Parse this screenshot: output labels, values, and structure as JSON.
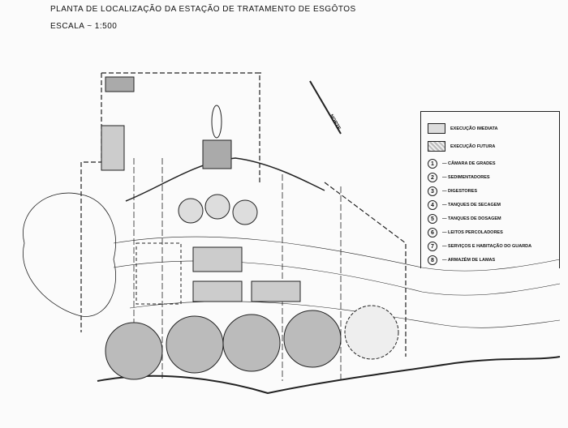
{
  "title": "PLANTA DE LOCALIZAÇÃO DA ESTAÇÃO DE TRATAMENTO DE ESGÔTOS",
  "scale": "ESCALA ~ 1:500",
  "north": "NORTE",
  "legend": {
    "swatches": [
      {
        "label": "EXECUÇÃO IMEDIATA"
      },
      {
        "label": "EXECUÇÃO FUTURA"
      }
    ],
    "items": [
      {
        "num": "1",
        "label": "— CÂMARA DE GRADES"
      },
      {
        "num": "2",
        "label": "— SEDIMENTADORES"
      },
      {
        "num": "3",
        "label": "— DIGESTORES"
      },
      {
        "num": "4",
        "label": "— TANQUES DE SECAGEM"
      },
      {
        "num": "5",
        "label": "— TANQUES DE DOSAGEM"
      },
      {
        "num": "6",
        "label": "— LEITOS PERCOLADORES"
      },
      {
        "num": "7",
        "label": "— SERVIÇOS E HABITAÇÃO DO GUARDA"
      },
      {
        "num": "8",
        "label": "— ARMAZÉM DE LAMAS"
      }
    ]
  }
}
